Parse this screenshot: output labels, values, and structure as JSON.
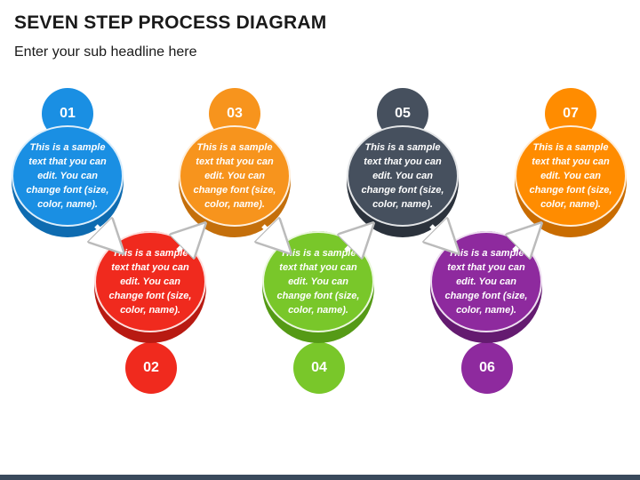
{
  "header": {
    "title": "SEVEN STEP PROCESS DIAGRAM",
    "subtitle": "Enter your sub headline here"
  },
  "steps": [
    {
      "number": "01",
      "text": "This is a sample text that you can edit. You can change font (size, color, name).",
      "color": "#1a8fe3",
      "shade": "#0e6bb0"
    },
    {
      "number": "02",
      "text": "This is a sample text that you can edit. You can change font (size, color, name).",
      "color": "#f02a1e",
      "shade": "#b81a12"
    },
    {
      "number": "03",
      "text": "This is a sample text that you can edit. You can change font (size, color, name).",
      "color": "#f7941d",
      "shade": "#c46f0b"
    },
    {
      "number": "04",
      "text": "This is a sample text that you can edit. You can change font (size, color, name).",
      "color": "#79c72a",
      "shade": "#559a16"
    },
    {
      "number": "05",
      "text": "This is a sample text that you can edit. You can change font (size, color, name).",
      "color": "#46505e",
      "shade": "#2b323c"
    },
    {
      "number": "06",
      "text": "This is a sample text that you can edit. You can change font (size, color, name).",
      "color": "#8e2a9e",
      "shade": "#641b70"
    },
    {
      "number": "07",
      "text": "This is a sample text that you can edit. You can change font (size, color, name).",
      "color": "#ff8c00",
      "shade": "#c96c00"
    }
  ]
}
